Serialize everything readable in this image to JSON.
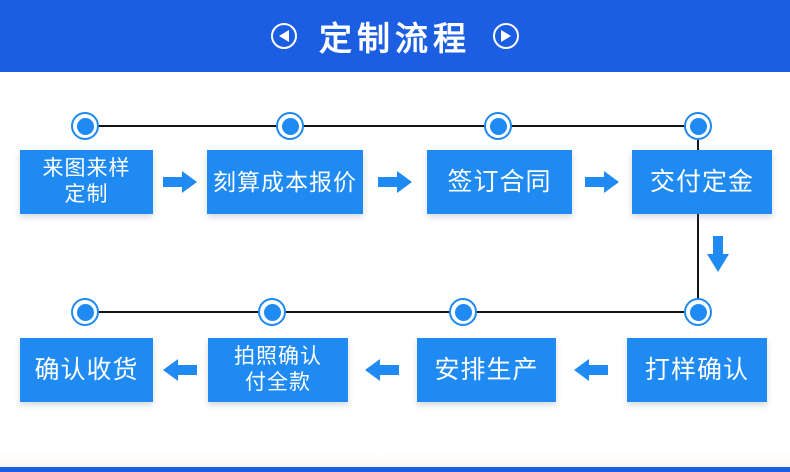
{
  "header": {
    "title": "定制流程",
    "prev_icon": "circle-arrow-left",
    "next_icon": "circle-arrow-right"
  },
  "flow": {
    "row1": [
      {
        "label": "来图来样\n定制"
      },
      {
        "label": "刻算成本报价"
      },
      {
        "label": "签订合同"
      },
      {
        "label": "交付定金"
      }
    ],
    "row2": [
      {
        "label": "确认收货"
      },
      {
        "label": "拍照确认\n付全款"
      },
      {
        "label": "安排生产"
      },
      {
        "label": "打样确认"
      }
    ]
  },
  "colors": {
    "header_bg": "#1B5EE2",
    "box_bg": "#1E8AF2",
    "arrow": "#1E8AF2",
    "connector_line": "#141414",
    "footer_bar": "#1B5EE2",
    "text": "#FFFFFF"
  }
}
